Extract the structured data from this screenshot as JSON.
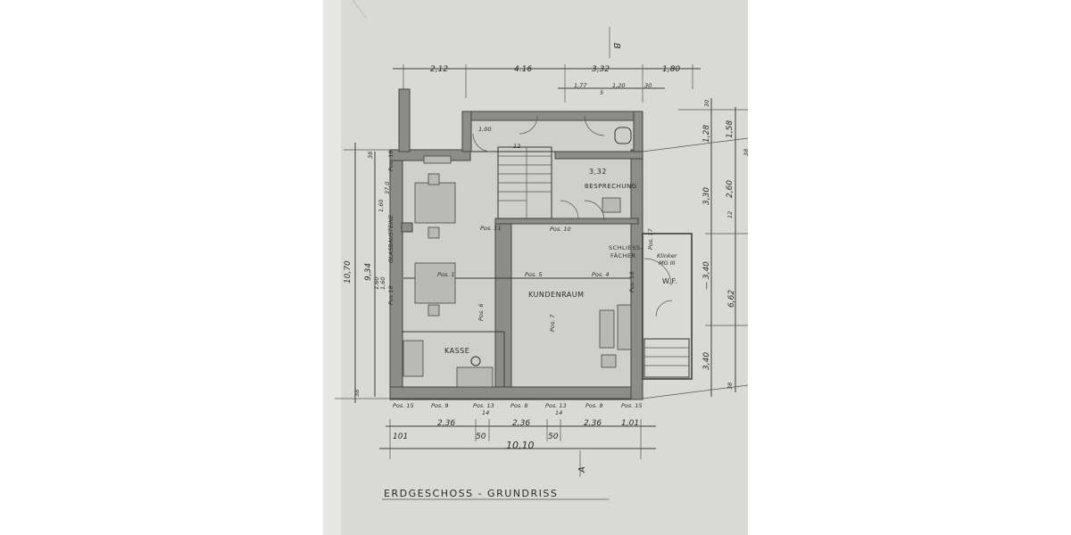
{
  "title": "ERDGESCHOSS - GRUNDRISS",
  "section_marks": {
    "a": "A",
    "b": "B"
  },
  "rooms": {
    "besprechung_area": "3,32",
    "besprechung": "BESPRECHUNG",
    "schliessfaecher_1": "SCHLIESS-",
    "schliessfaecher_2": "FÄCHER",
    "kundenraum": "KUNDENRAUM",
    "kasse": "KASSE",
    "wf": "W.F.",
    "klinker_1": "Klinker",
    "klinker_2": "MG III",
    "glasbausteine": "GLASBAUSTEINE",
    "door_width": "1,00",
    "stairs": "12"
  },
  "dims_top": {
    "d1": "2,12",
    "d2": "4.16",
    "d3": "3,32",
    "d4": "1,80",
    "s1": "1,77",
    "s2": "5",
    "s3": "1,20",
    "s4": "30"
  },
  "dims_right": {
    "r1": "30",
    "r2": "1,28",
    "r3": "1,58",
    "r4": "38",
    "r5": "3,30",
    "r6": "2,60",
    "r7": "12",
    "r8": "— 3,40",
    "r9": "6,62",
    "r10": "3,40",
    "r11": "38"
  },
  "dims_left": {
    "l1": "10,70",
    "l2": "9,34",
    "l3": "38",
    "l4": "38",
    "l5": "1,60",
    "l6": "37,0",
    "l7": "1,60",
    "l8": "1,60"
  },
  "dims_bottom": {
    "b1": "2,36",
    "b2": "2,36",
    "b3": "2,36",
    "b4": "1,01",
    "b5": "101",
    "b6": "50",
    "b7": "50",
    "total": "10,10"
  },
  "positions": {
    "p19": "Pos. 19",
    "p18l": "Pos 18",
    "p1": "Pos. 1",
    "p5": "Pos. 5",
    "p4": "Pos. 4",
    "p6": "Pos. 6",
    "p7": "Pos. 7",
    "p11": "Pos. 11",
    "p10": "Pos. 10",
    "p17": "Pos. 17",
    "p18r": "Pos. 18",
    "b15a": "Pos. 15",
    "b9a": "Pos. 9",
    "b13a": "Pos. 13",
    "b14a": "14",
    "b8": "Pos. 8",
    "b13b": "Pos. 13",
    "b14b": "14",
    "b9b": "Pos. 9",
    "b15b": "Pos. 15"
  },
  "colors": {
    "paper": "#d9d9d6",
    "ink": "#2a2a2a",
    "wall": "#8c8c8a"
  }
}
